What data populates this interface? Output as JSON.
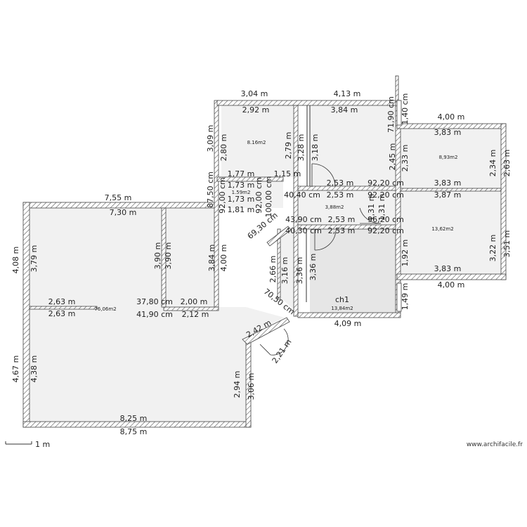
{
  "plan": {
    "rooms": [
      {
        "area": "76,06m2"
      },
      {
        "area": "8.16m2"
      },
      {
        "area": "1.59m2"
      },
      {
        "area": "3,88m2"
      },
      {
        "name": "ch1",
        "area": "13,84m2"
      },
      {
        "area": "8,93m2"
      },
      {
        "area": "13,62m2"
      }
    ],
    "dims": [
      "3,04 m",
      "4,13 m",
      "2,92 m",
      "3,84 m",
      "4,00 m",
      "3,83 m",
      "1,77 m",
      "1,15 m",
      "7,55 m",
      "7,30 m",
      "1,73 m",
      "1,73 m",
      "1,81 m",
      "2,53 m",
      "92,20 cm",
      "3,83 m",
      "3,87 m",
      "40,40 cm",
      "2,53 m",
      "92,20 cm",
      "43,90 cm",
      "2,53 m",
      "96,20 cm",
      "40,30 cm",
      "2,53 m",
      "92,20 cm",
      "3,83 m",
      "4,00 m",
      "2,63 m",
      "2,63 m",
      "37,80 cm",
      "2,00 m",
      "41,90 cm",
      "2,12 m",
      "4,09 m",
      "8,25 m",
      "8,75 m",
      "3,09 m",
      "2,80 m",
      "2,79 m",
      "3,28 m",
      "3,18 m",
      "71,90 cm",
      "1,40 cm",
      "2,45 m",
      "2,33 m",
      "2,34 m",
      "2,63 m",
      "87,50 cm",
      "92,00 cm",
      "92,00 cm",
      "100,00 cm",
      "4,08 m",
      "3,79 m",
      "3,90 m",
      "3,90 m",
      "3,84 m",
      "4,00 m",
      "1,92 m",
      "3,22 m",
      "3,51 m",
      "2,66 m",
      "3,16 m",
      "3,36 m",
      "3,36 m",
      "1,49 m",
      "4,67 m",
      "4,38 m",
      "2,94 m",
      "3,06 m",
      "1,31 m",
      "1,31 m",
      "69,30 cm",
      "2,42 m",
      "2,21 m",
      "70,50 cm"
    ],
    "scale_label": "1 m",
    "credit": "www.archifacile.fr"
  }
}
